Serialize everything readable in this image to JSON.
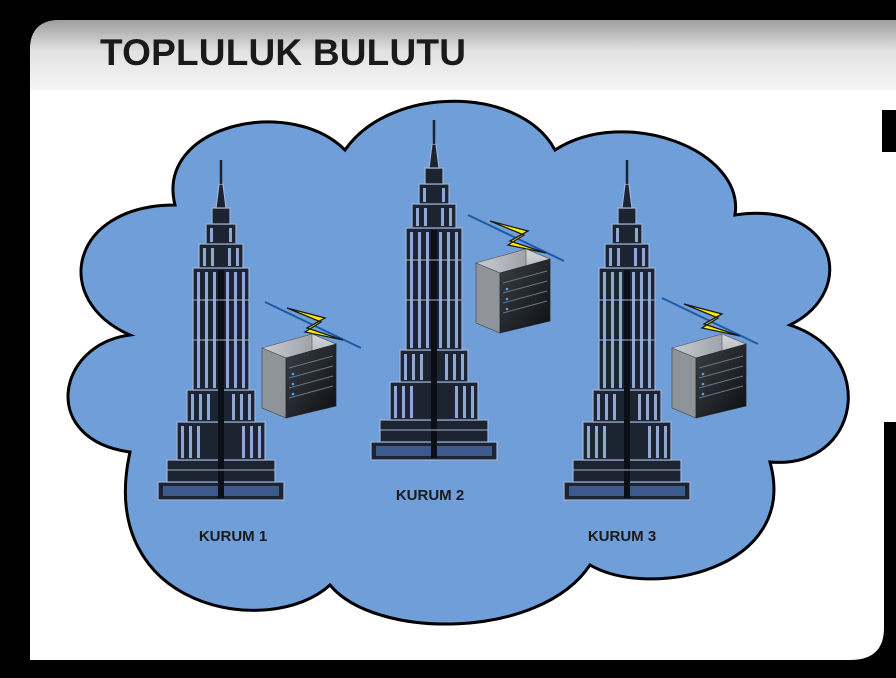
{
  "slide": {
    "title": "TOPLULUK BULUTU"
  },
  "diagram": {
    "organizations": [
      {
        "label": "KURUM 1"
      },
      {
        "label": "KURUM 2"
      },
      {
        "label": "KURUM 3"
      }
    ]
  },
  "colors": {
    "cloud_fill": "#6f9ed8",
    "building": "#1c2431",
    "building_window": "#8fa9d4",
    "bolt": "#ffee00",
    "frame": "#000000"
  }
}
